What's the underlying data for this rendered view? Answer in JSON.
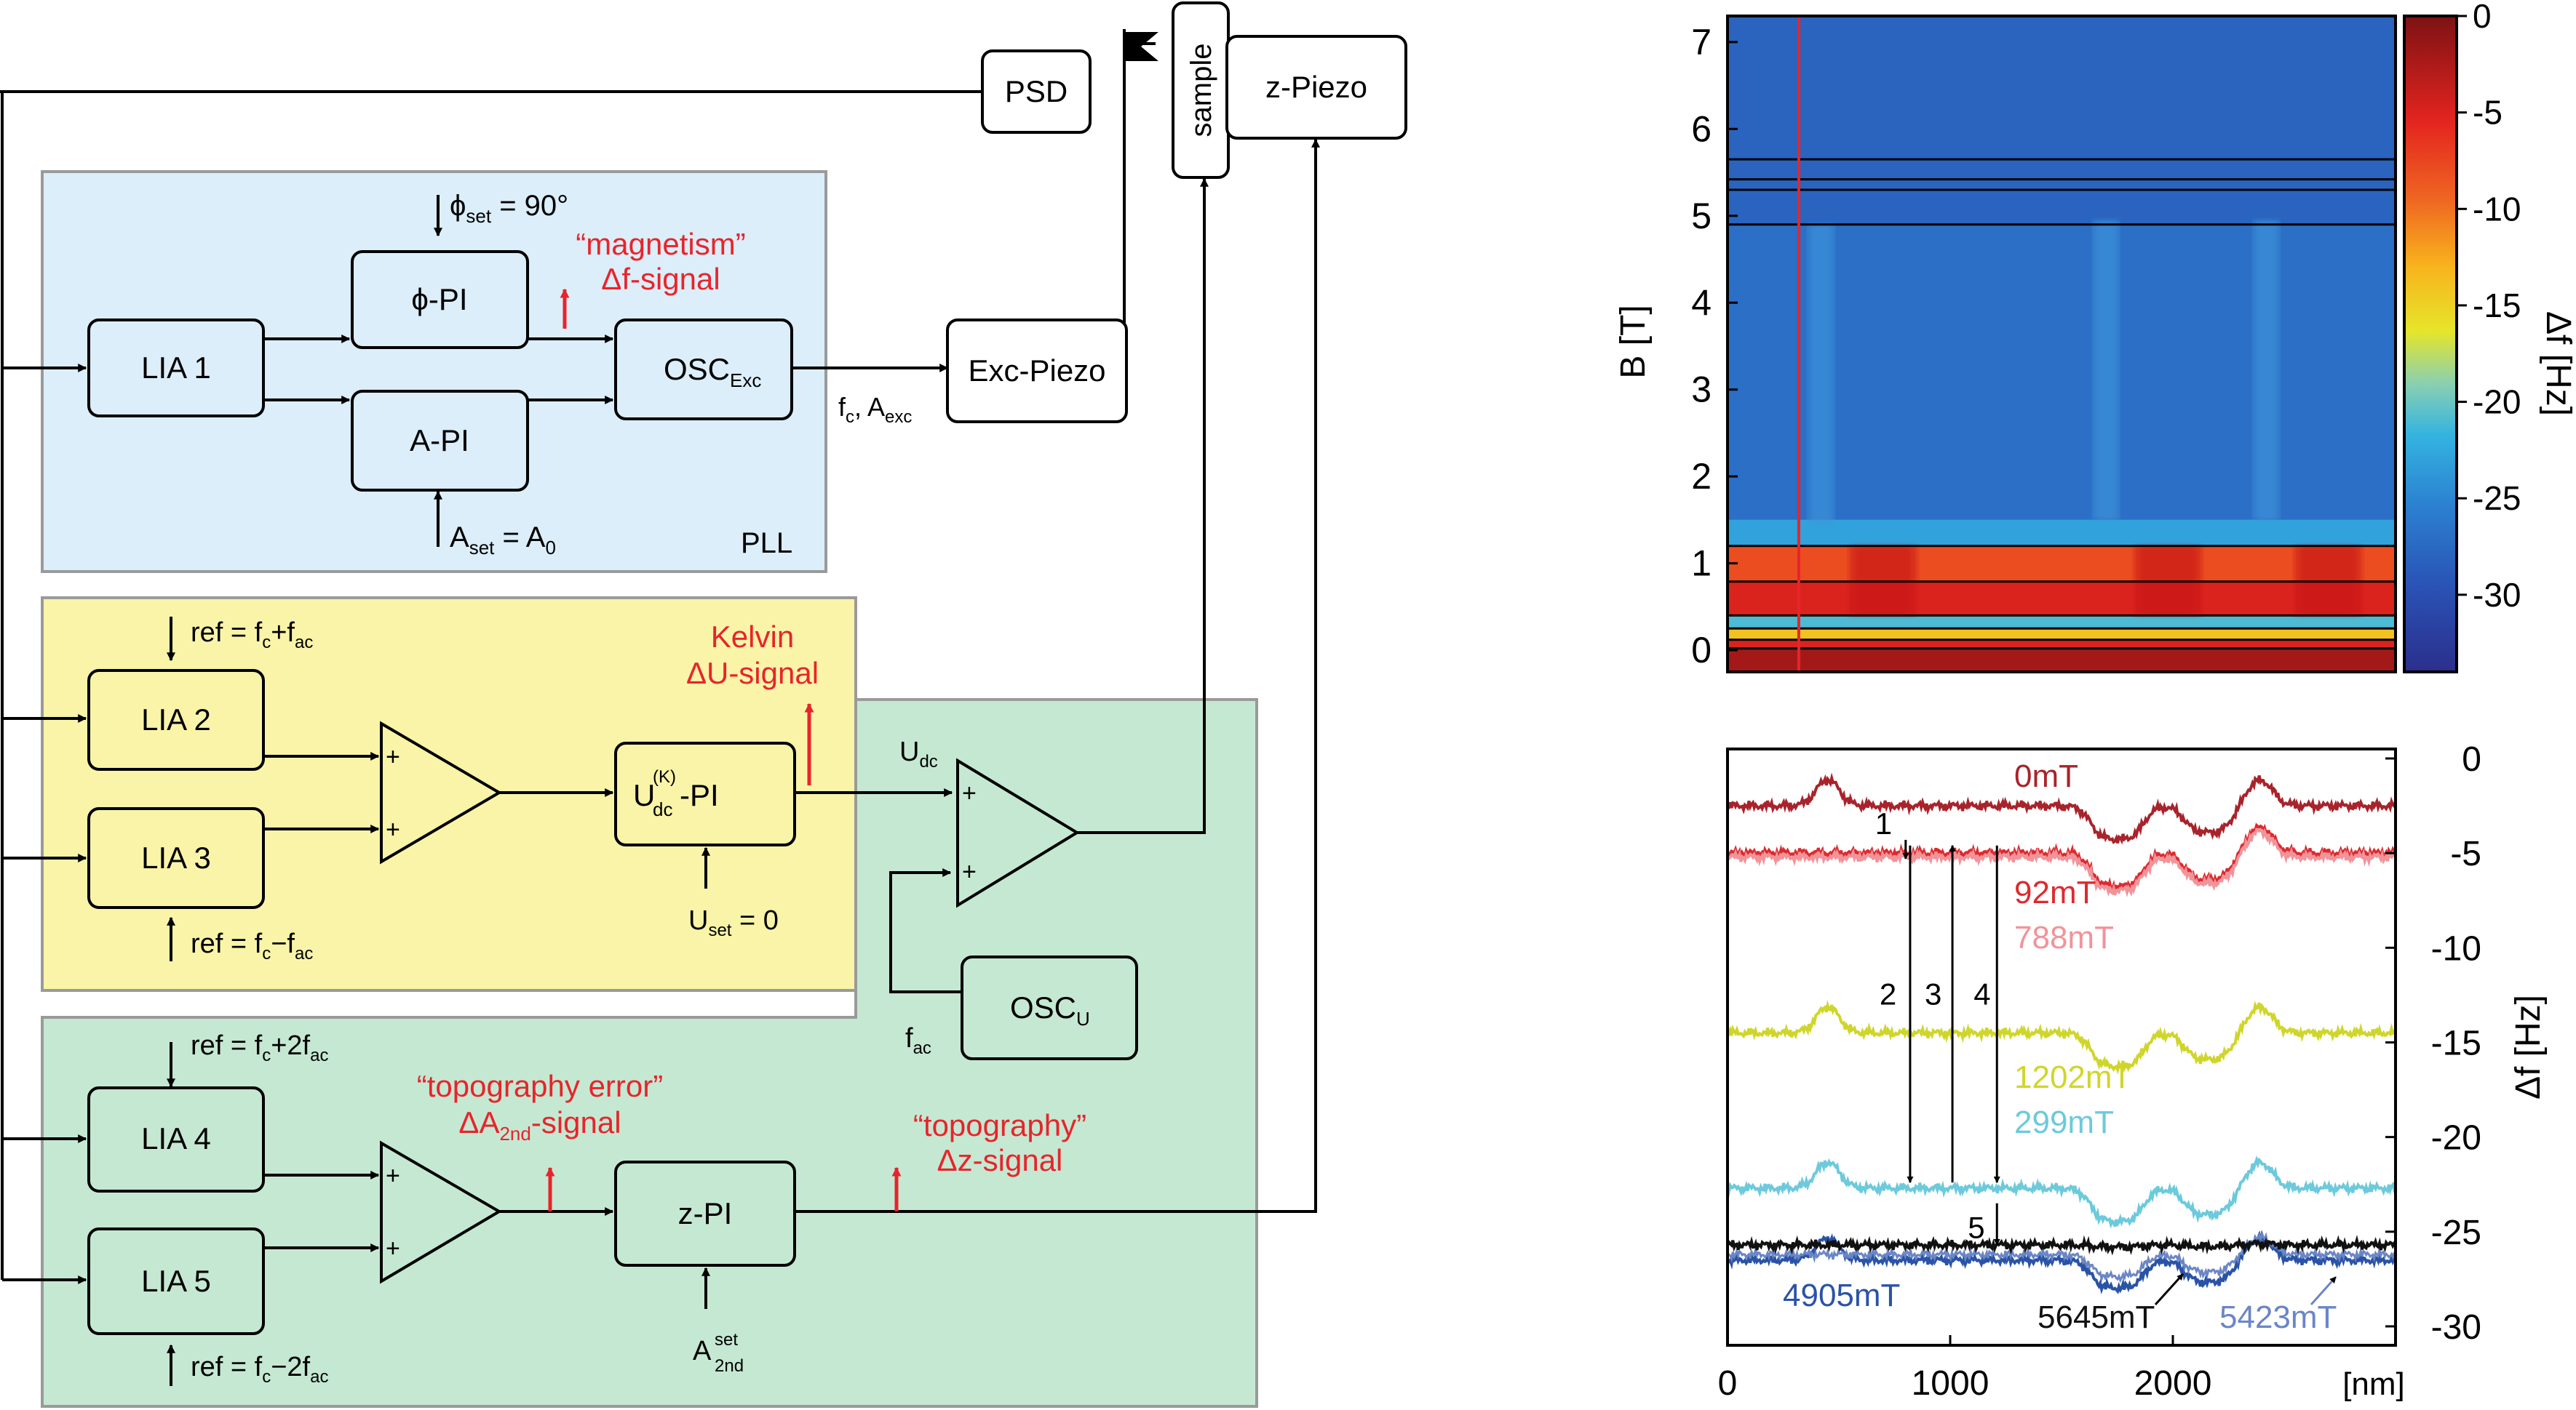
{
  "left_diagram": {
    "blocks": {
      "psd": "PSD",
      "sample": "sample",
      "z_piezo": "z-Piezo",
      "lia1": "LIA 1",
      "phi_pi": "ϕ-PI",
      "a_pi": "A-PI",
      "osc_exc": "OSC",
      "osc_exc_sub": "Exc",
      "exc_piezo": "Exc-Piezo",
      "lia2": "LIA 2",
      "lia3": "LIA 3",
      "udc_pi_main": "U",
      "udc_pi_sub": "dc",
      "udc_pi_sup": "(K)",
      "udc_pi_tail": "-PI",
      "osc_u": "OSC",
      "osc_u_sub": "U",
      "lia4": "LIA 4",
      "lia5": "LIA 5",
      "z_pi": "z-PI"
    },
    "labels": {
      "phi_set_pre": "ϕ",
      "phi_set_sub": "set",
      "phi_set_post": " = 90°",
      "a_set_pre": "A",
      "a_set_sub": "set",
      "a_set_mid": " = A",
      "a_set_sub2": "0",
      "fc_pre": "f",
      "fc_sub": "c",
      "fc_mid": ", A",
      "fc_sub2": "exc",
      "pll": "PLL",
      "ref2_pre": "ref = f",
      "ref2_sub1": "c",
      "ref2_mid": "+f",
      "ref2_sub2": "ac",
      "ref3_pre": "ref = f",
      "ref3_sub1": "c",
      "ref3_mid": "−f",
      "ref3_sub2": "ac",
      "uset_pre": "U",
      "uset_sub": "set",
      "uset_post": " = 0",
      "udc_pre": "U",
      "udc_sub": "dc",
      "fac_pre": "f",
      "fac_sub": "ac",
      "ref4_pre": "ref = f",
      "ref4_sub1": "c",
      "ref4_mid": "+2f",
      "ref4_sub2": "ac",
      "ref5_pre": "ref = f",
      "ref5_sub1": "c",
      "ref5_mid": "−2f",
      "ref5_sub2": "ac",
      "a2nd_pre": "A",
      "a2nd_sup": "set",
      "a2nd_sub": "2nd"
    },
    "signals": {
      "magnetism_1": "“magnetism”",
      "magnetism_2": "Δf-signal",
      "kelvin_1": "Kelvin",
      "kelvin_2": "ΔU-signal",
      "topo_err_1": "“topography error”",
      "topo_err_2_pre": "ΔA",
      "topo_err_2_sub": "2nd",
      "topo_err_2_post": "-signal",
      "topo_1": "“topography”",
      "topo_2": "Δz-signal"
    },
    "colors": {
      "pll_box": "#dbeefa",
      "kelvin_box": "#f9f4a8",
      "topo_box": "#c5e8d2",
      "signal_red": "#e8242b"
    }
  },
  "chart_data": [
    {
      "type": "heatmap",
      "ylabel": "B [T]",
      "y_ticks": [
        "0",
        "1",
        "2",
        "3",
        "4",
        "5",
        "6",
        "7"
      ],
      "ylim": [
        -0.25,
        7.3
      ],
      "x_range_nm": [
        0,
        3000
      ],
      "colorbar": {
        "label": "Δf [Hz]",
        "ticks": [
          "0",
          "-5",
          "-10",
          "-15",
          "-20",
          "-25",
          "-30"
        ],
        "range": [
          -34,
          0
        ]
      },
      "horizontal_lines_T": [
        0.02,
        0.12,
        0.25,
        0.4,
        0.79,
        1.2,
        4.9,
        5.3,
        5.42,
        5.65
      ],
      "vertical_line_nm": 320,
      "vertical_line_color": "#e8242b",
      "bands": [
        {
          "y": [
            -0.25,
            0.02
          ],
          "value": -2
        },
        {
          "y": [
            0.02,
            0.12
          ],
          "value": -5
        },
        {
          "y": [
            0.12,
            0.25
          ],
          "value": -14
        },
        {
          "y": [
            0.25,
            0.4
          ],
          "value": -21
        },
        {
          "y": [
            0.4,
            0.79
          ],
          "value": -5
        },
        {
          "y": [
            0.79,
            1.2
          ],
          "value": -8
        },
        {
          "y": [
            1.2,
            1.5
          ],
          "value": -23
        },
        {
          "y": [
            1.5,
            4.9
          ],
          "value": -27
        },
        {
          "y": [
            4.9,
            7.3
          ],
          "value": -28
        }
      ],
      "ridge_columns_nm": [
        420,
        1700,
        2420
      ]
    },
    {
      "type": "line",
      "xlabel": "[nm]",
      "ylabel": "Δf [Hz]",
      "x_ticks": [
        "0",
        "1000",
        "2000"
      ],
      "y_ticks": [
        "0",
        "-5",
        "-10",
        "-15",
        "-20",
        "-25",
        "-30"
      ],
      "xlim": [
        0,
        3000
      ],
      "ylim": [
        -31,
        0.5
      ],
      "series": [
        {
          "name": "0mT",
          "color": "#a8232b",
          "baseline": -2.5,
          "step": 1.8,
          "left_step": true
        },
        {
          "name": "92mT",
          "color": "#dd2a2e",
          "baseline": -5,
          "step": 1.8,
          "left_step": false
        },
        {
          "name": "788mT",
          "color": "#f0949a",
          "baseline": -5.2,
          "step": 1.8,
          "left_step": false
        },
        {
          "name": "1202mT",
          "color": "#cfd62b",
          "baseline": -14.5,
          "step": 1.8,
          "left_step": true
        },
        {
          "name": "299mT",
          "color": "#6ccadc",
          "baseline": -22.7,
          "step": 1.8,
          "left_step": true
        },
        {
          "name": "4905mT",
          "color": "#2a53a6",
          "baseline": -26.5,
          "step": 1.5,
          "left_step": true
        },
        {
          "name": "5423mT",
          "color": "#6a86c6",
          "baseline": -26.2,
          "step": 1.2,
          "left_step": false
        },
        {
          "name": "5645mT",
          "color": "#111111",
          "baseline": -25.7,
          "step": 0.1,
          "left_step": false
        }
      ],
      "step_edges_nm": [
        500,
        1650,
        2050,
        2450
      ],
      "annotations": [
        "1",
        "2",
        "3",
        "4",
        "5"
      ],
      "arrows": [
        {
          "label": "1",
          "x": 800,
          "from": -4.3,
          "to": -5.3
        },
        {
          "label": "2",
          "x": 820,
          "from": -4.6,
          "to": -22.4
        },
        {
          "label": "3",
          "x": 1010,
          "from": -22.4,
          "to": -4.6
        },
        {
          "label": "4",
          "x": 1210,
          "from": -4.6,
          "to": -22.4
        },
        {
          "label": "5",
          "x": 1210,
          "from": -23.5,
          "to": -25.7
        }
      ]
    }
  ]
}
